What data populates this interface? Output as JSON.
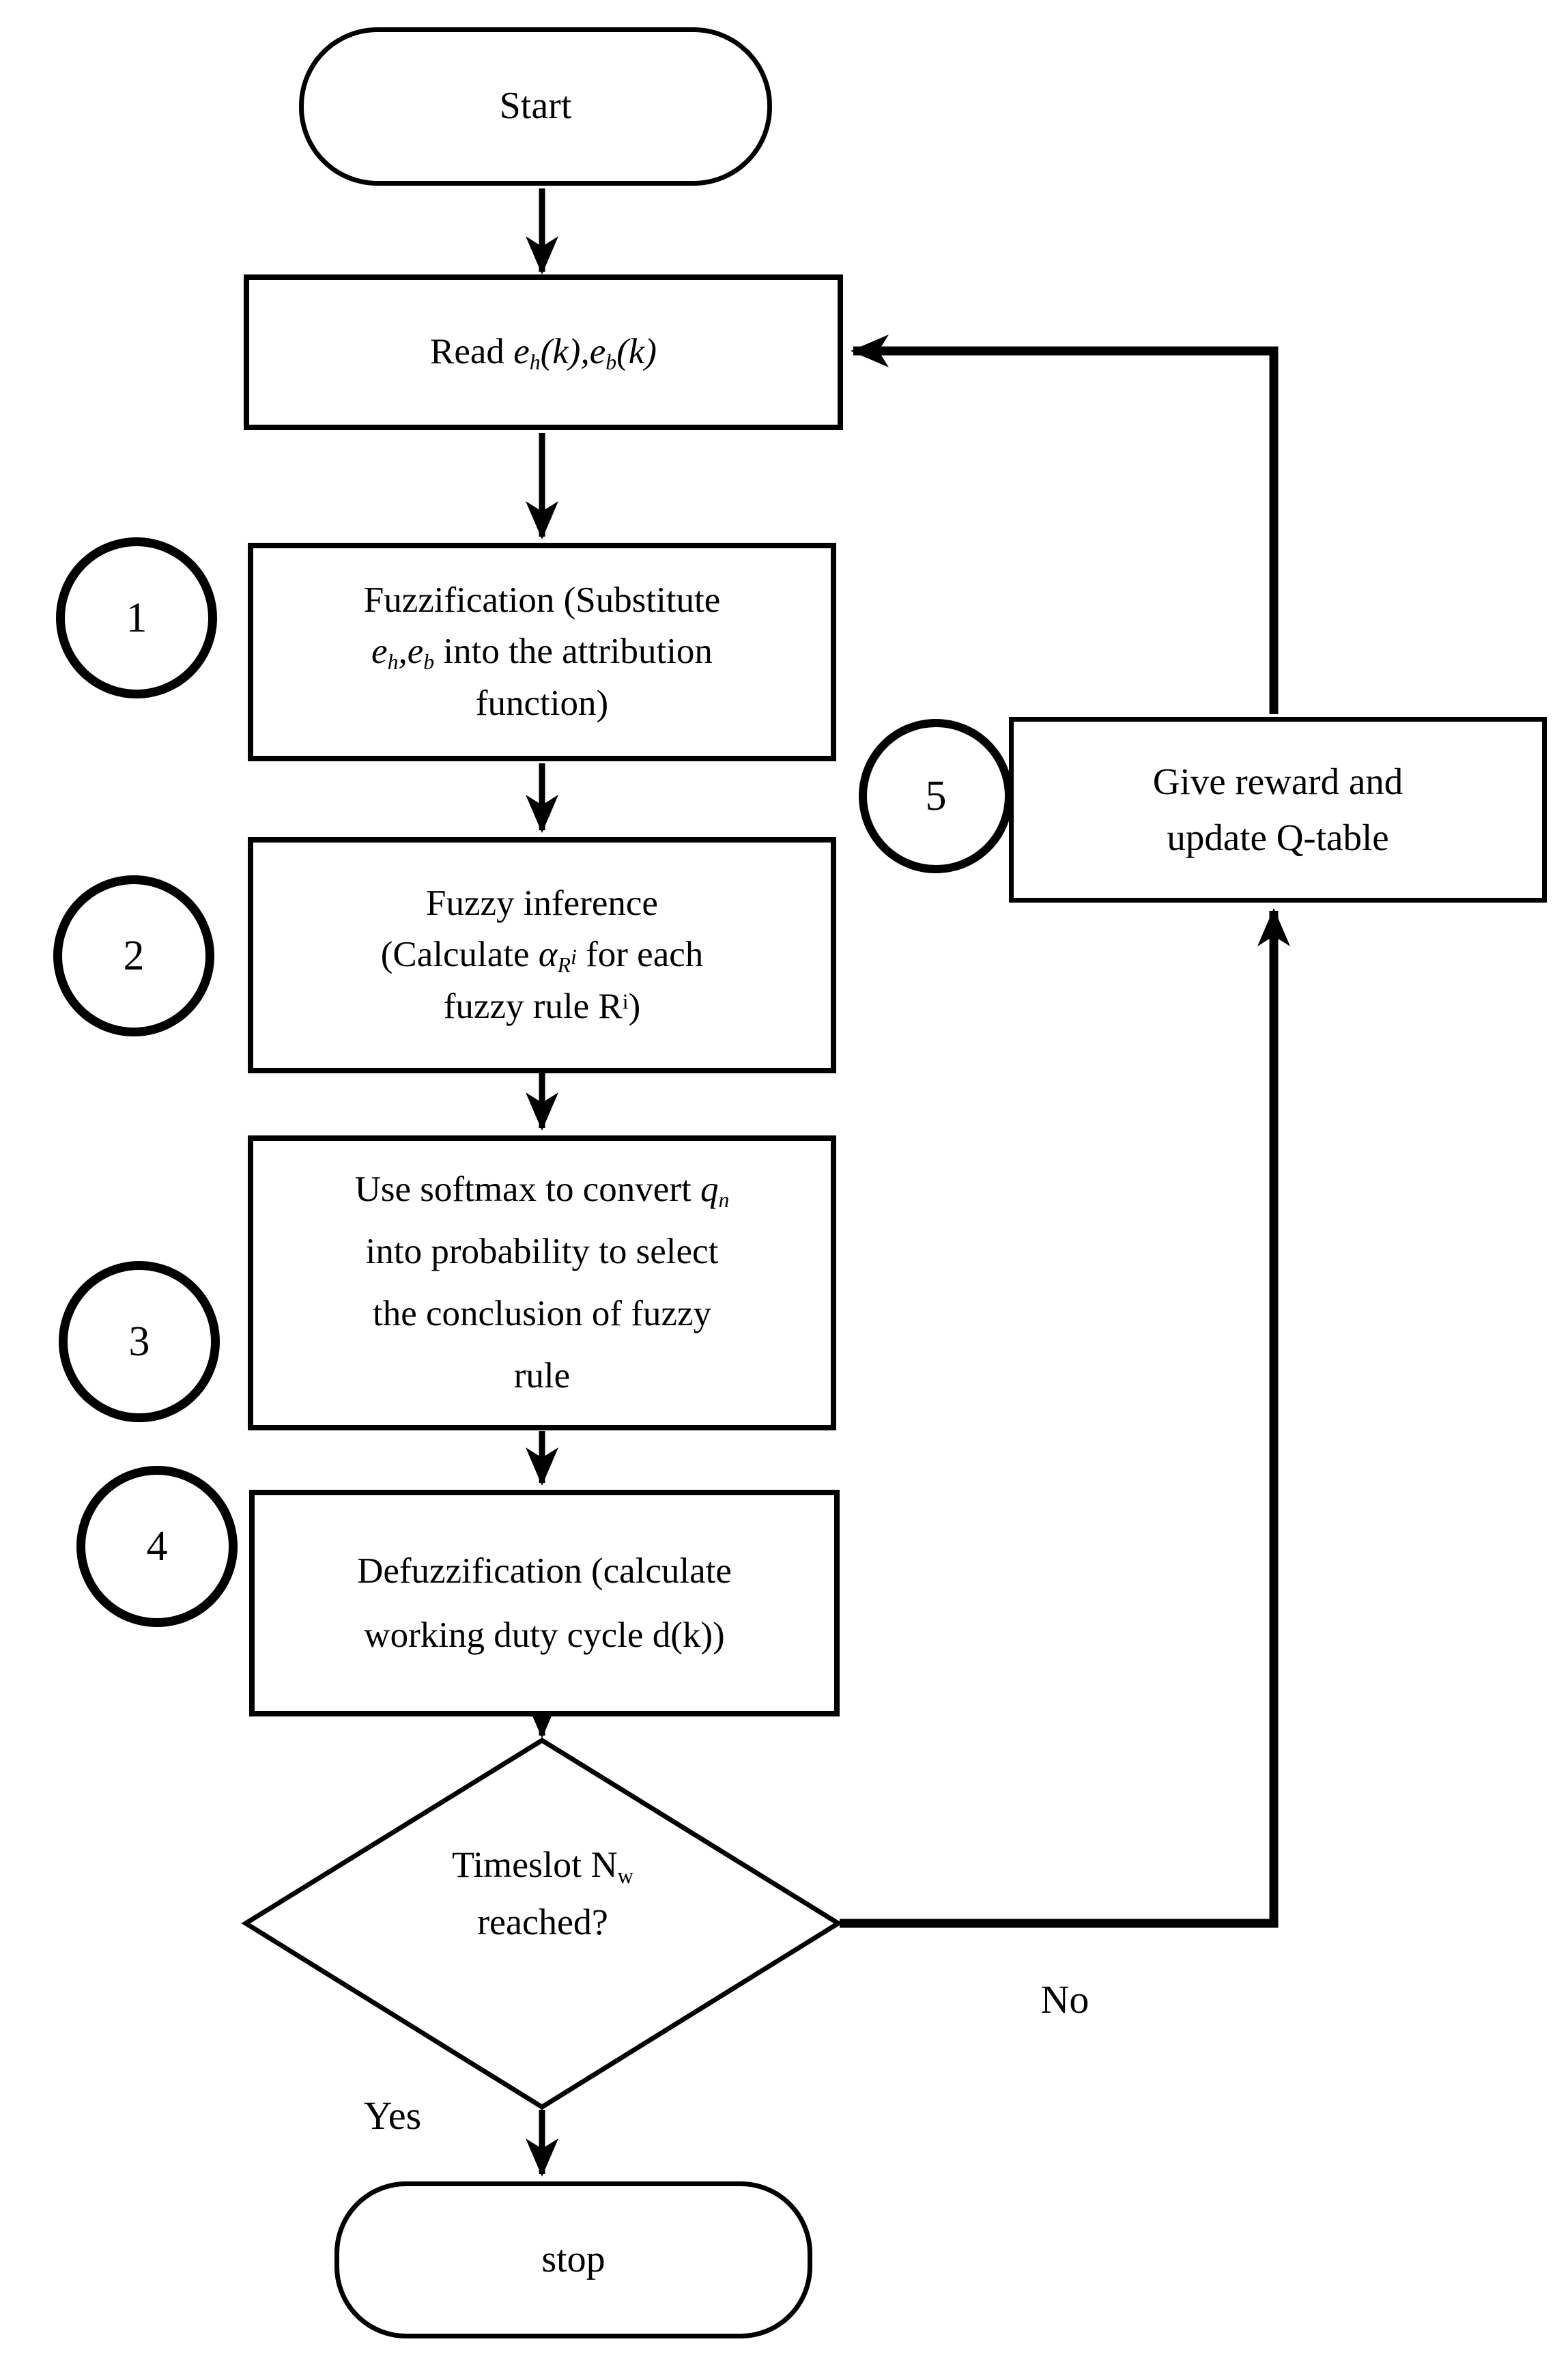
{
  "colors": {
    "ink": "#000000",
    "paper": "#ffffff"
  },
  "nodes": {
    "start": {
      "label": "Start"
    },
    "read": {
      "t1": "Read ",
      "e1": "e",
      "sub1": "h",
      "t2": "(k),",
      "e2": "e",
      "sub2": "b",
      "t3": "(k)"
    },
    "fuzzification": {
      "line1": "Fuzzification (Substitute",
      "e1": "e",
      "sub1": "h",
      "comma": ",",
      "e2": "e",
      "sub2": "b",
      "line2rest": " into the attribution",
      "line3": "function)"
    },
    "inference": {
      "line1": "Fuzzy inference",
      "l2a": "(Calculate ",
      "alpha": "α",
      "subR": "R",
      "supI": "i",
      "l2b": " for each",
      "l3a": "fuzzy rule R",
      "supI2": "i",
      "l3b": ")"
    },
    "softmax": {
      "l1a": "Use softmax to convert ",
      "q": "q",
      "subN": "n",
      "line2": "into probability to select",
      "line3": "the conclusion of fuzzy",
      "line4": "rule"
    },
    "defuzzification": {
      "line1": "Defuzzification (calculate",
      "line2": "working duty cycle d(k))"
    },
    "decision": {
      "l1a": "Timeslot N",
      "subW": "w",
      "line2": "reached?"
    },
    "reward": {
      "line1": "Give reward and",
      "line2": "update Q-table"
    },
    "stop": {
      "label": "stop"
    }
  },
  "badges": {
    "step1": "1",
    "step2": "2",
    "step3": "3",
    "step4": "4",
    "step5": "5"
  },
  "edge_labels": {
    "yes": "Yes",
    "no": "No"
  }
}
